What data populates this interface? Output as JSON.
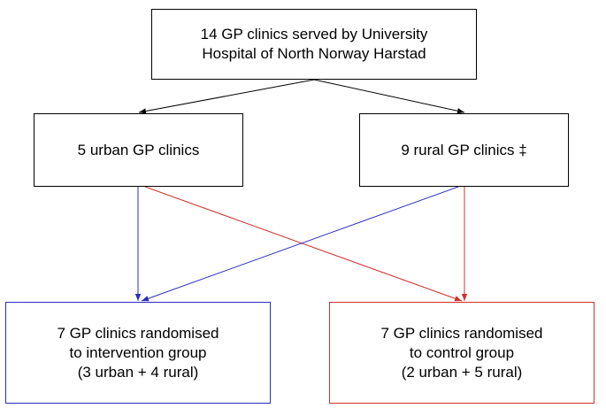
{
  "boxes": {
    "top": {
      "line1": "14 GP clinics served by University",
      "line2": "Hospital of North Norway Harstad"
    },
    "urban": {
      "line1": "5 urban GP clinics"
    },
    "rural": {
      "line1": "9 rural GP clinics ‡"
    },
    "intervention": {
      "line1": "7 GP clinics randomised",
      "line2": "to intervention group",
      "line3": "(3 urban + 4 rural)"
    },
    "control": {
      "line1": "7 GP clinics randomised",
      "line2": "to control group",
      "line3": "(2 urban + 5 rural)"
    }
  },
  "colors": {
    "neutral": "#000000",
    "intervention": "#2b2bc0",
    "control": "#d03030"
  }
}
